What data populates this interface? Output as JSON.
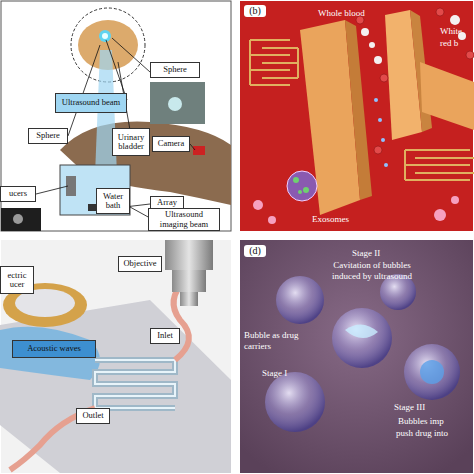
{
  "diagram": {
    "nodes": [
      {
        "text": [
          "Sphere"
        ]
      },
      {
        "text": [
          "Ultrasound beam"
        ]
      },
      {
        "text": [
          "Sphere"
        ]
      },
      {
        "text": [
          "Urinary bladder"
        ]
      },
      {
        "text": [
          "Camera"
        ]
      },
      {
        "text": [
          "ucers"
        ]
      },
      {
        "text": [
          "Water bath"
        ]
      },
      {
        "text": [
          "Array"
        ]
      },
      {
        "text": [
          "Ultrasound imaging beam"
        ]
      },
      {
        "text": [
          "Objective"
        ]
      },
      {
        "text": [
          "ectric ucer"
        ]
      },
      {
        "text": [
          "Acoustic waves"
        ]
      },
      {
        "text": [
          "Inlet"
        ]
      },
      {
        "text": [
          "Outlet"
        ]
      }
    ],
    "labels": [
      "(b)",
      "Whole blood",
      "White",
      "red b",
      "Exosomes",
      "(d)",
      "Stage II",
      "Cavitation of bubbles induced by ultrasound",
      "Bubble as drug carriers",
      "Stage I",
      "Stage III",
      "Bubbles imp",
      "push drug into"
    ]
  }
}
